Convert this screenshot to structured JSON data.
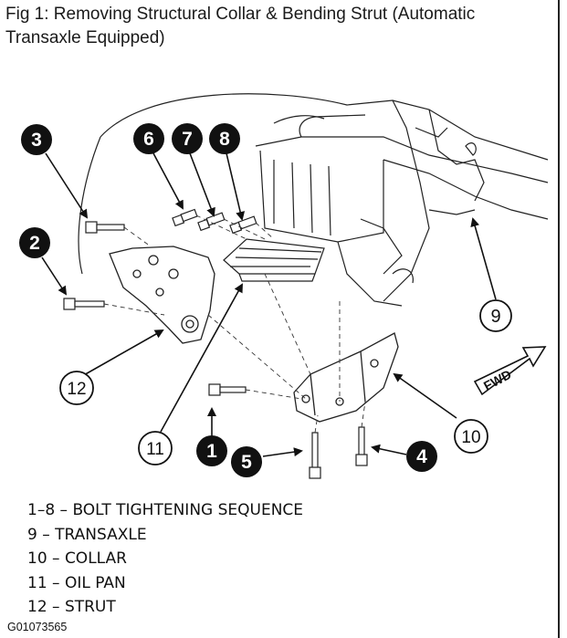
{
  "figure": {
    "title": "Fig 1: Removing Structural Collar & Bending Strut (Automatic Transaxle Equipped)",
    "figure_id": "G01073565",
    "fwd_label": "FWD"
  },
  "callouts": {
    "c1": "1",
    "c2": "2",
    "c3": "3",
    "c4": "4",
    "c5": "5",
    "c6": "6",
    "c7": "7",
    "c8": "8",
    "c9": "9",
    "c10": "10",
    "c11": "11",
    "c12": "12"
  },
  "legend": [
    "1–8 – BOLT TIGHTENING SEQUENCE",
    "9 – TRANSAXLE",
    "10 – COLLAR",
    "11 – OIL PAN",
    "12 – STRUT"
  ]
}
